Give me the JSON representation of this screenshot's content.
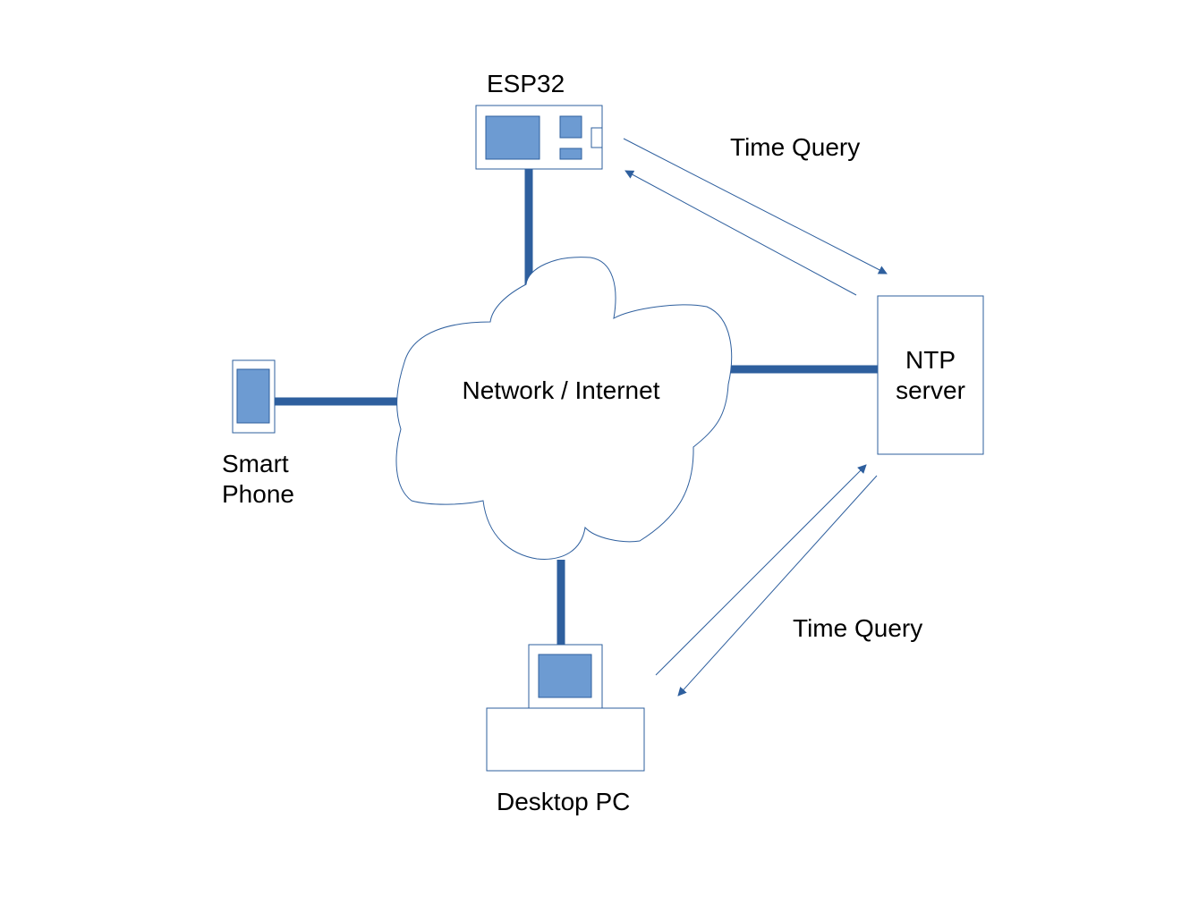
{
  "labels": {
    "esp32": "ESP32",
    "cloud": "Network / Internet",
    "ntp_line1": "NTP",
    "ntp_line2": "server",
    "phone_line1": "Smart",
    "phone_line2": "Phone",
    "desktop": "Desktop PC",
    "query_top": "Time Query",
    "query_bottom": "Time Query"
  },
  "colors": {
    "outline": "#2e5f9e",
    "fill": "#6d9bd2",
    "link": "#2e5f9e",
    "text": "#000000",
    "background": "#ffffff"
  }
}
